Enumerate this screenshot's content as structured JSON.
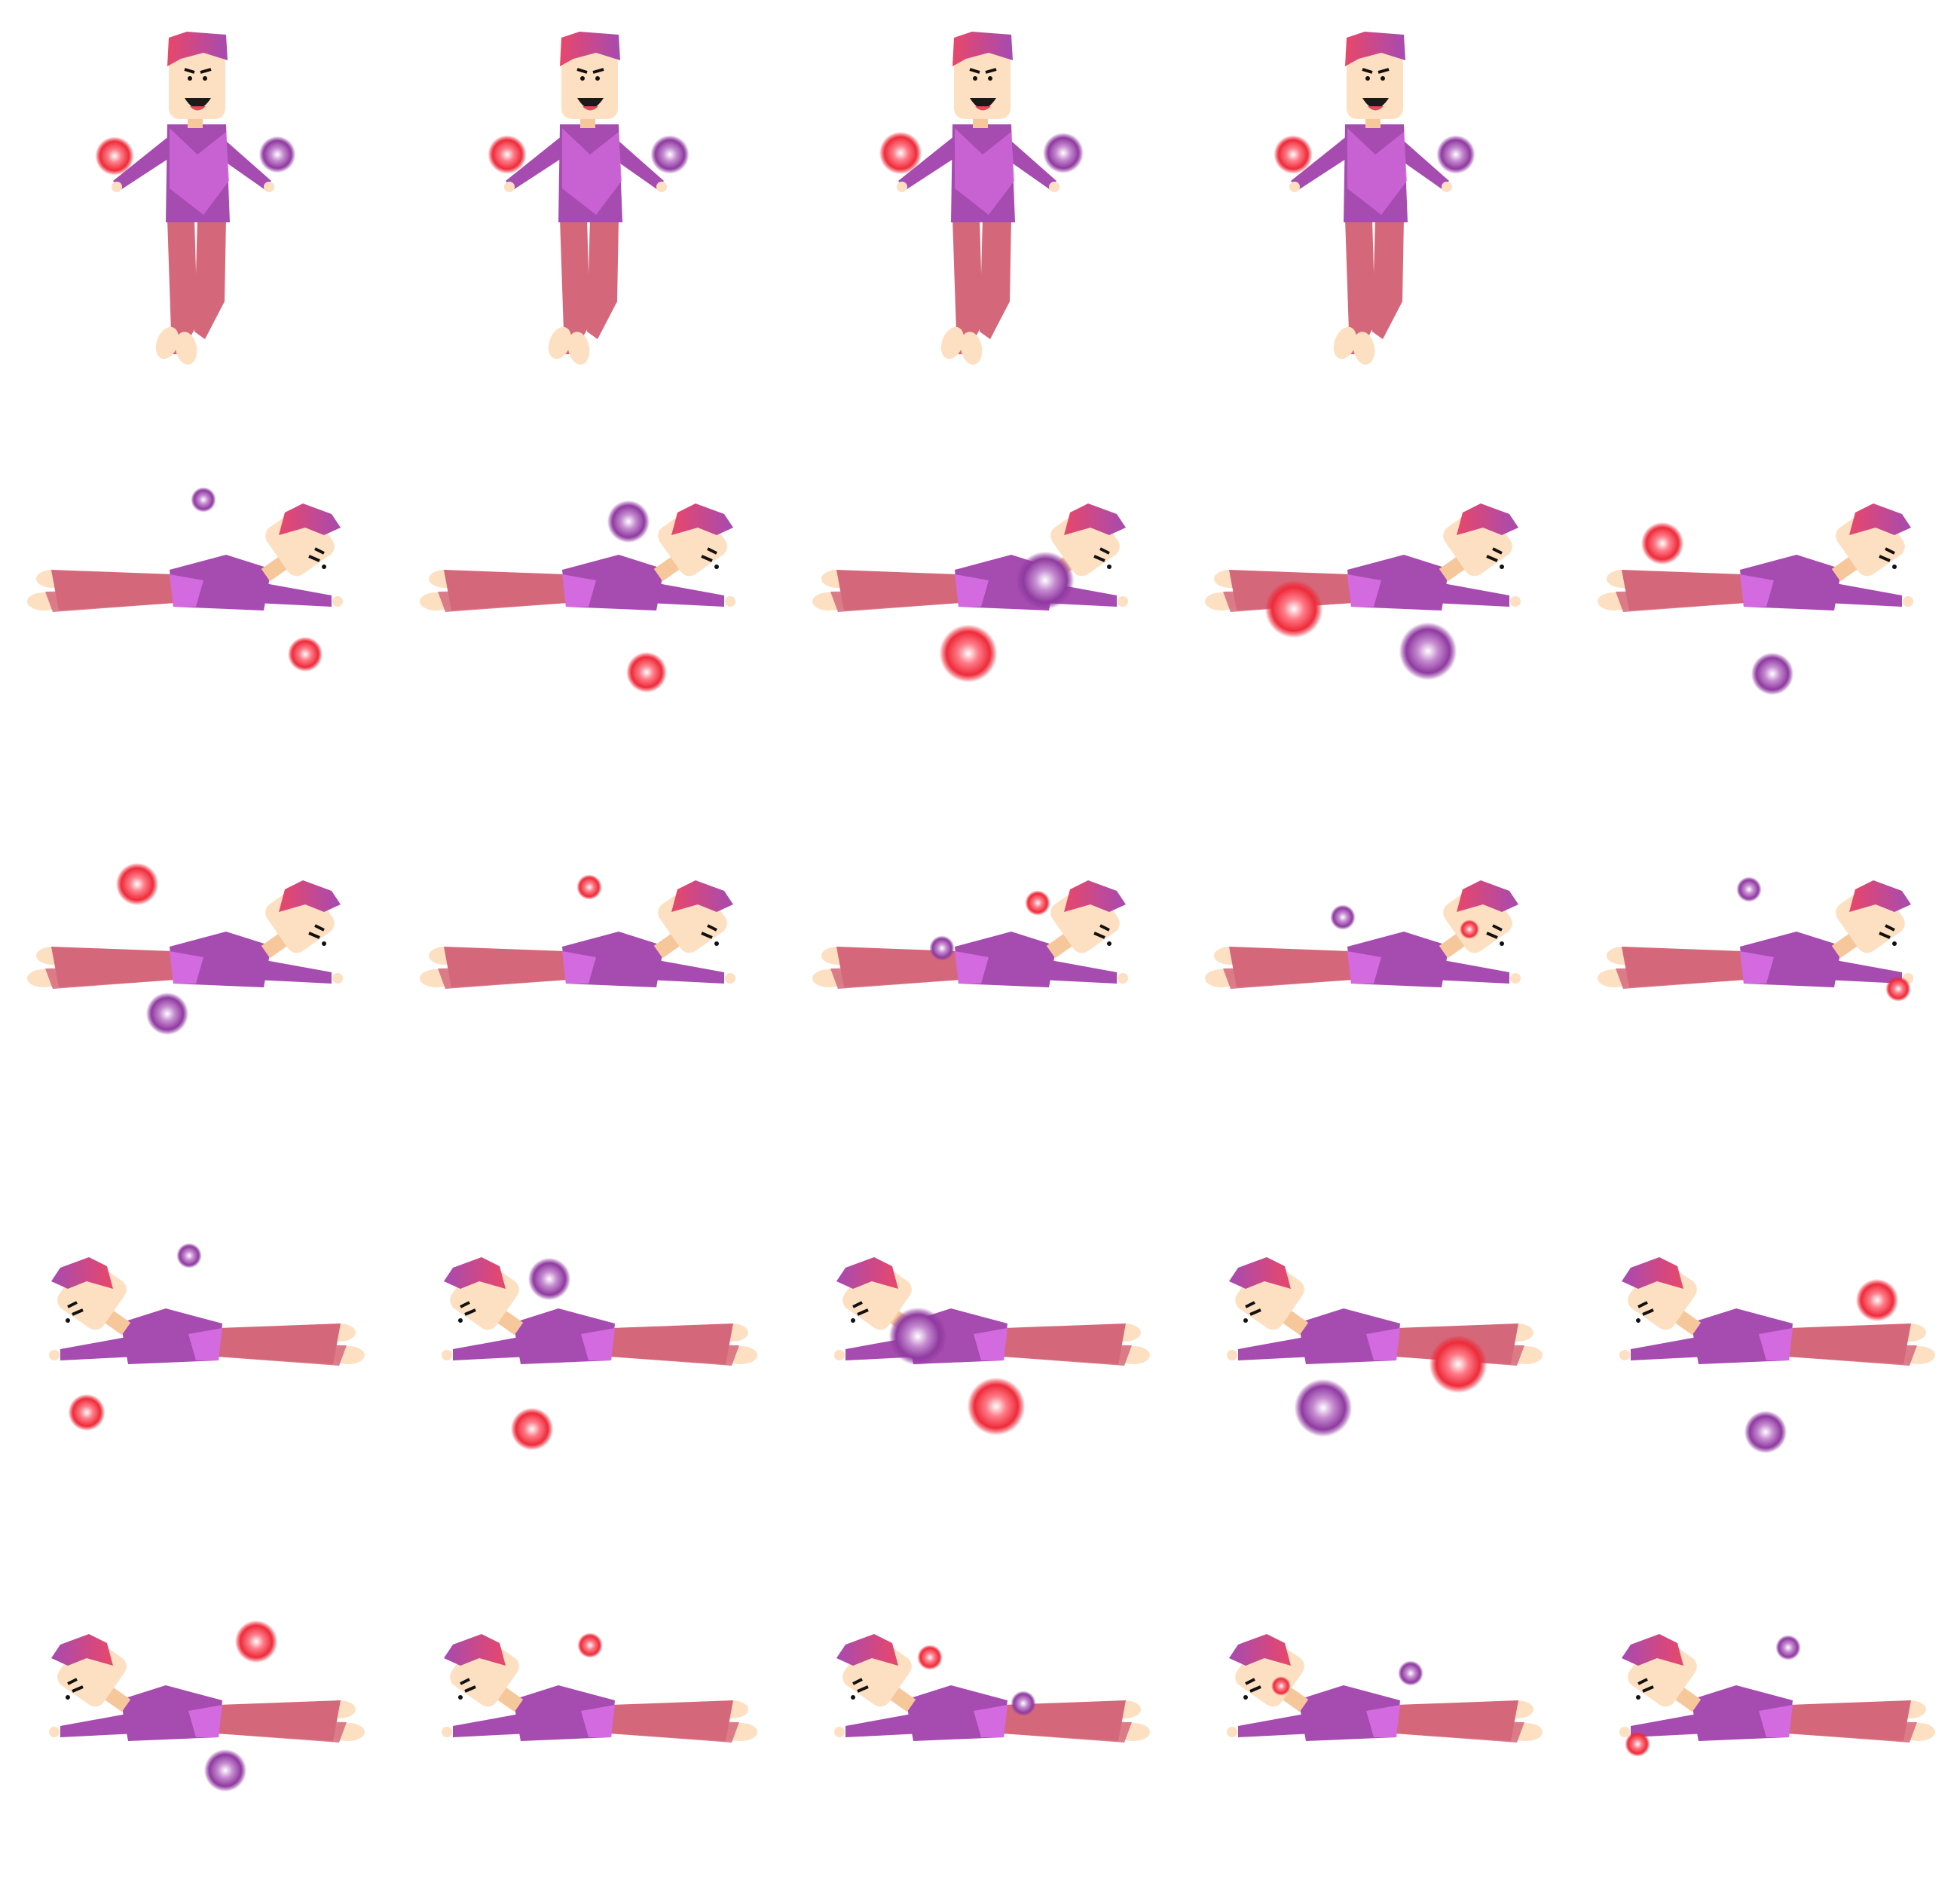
{
  "sprite_sheet": {
    "background": "#ffffff",
    "columns": 5,
    "rows": 5,
    "colors": {
      "hair_light": "#e8476a",
      "hair_dark": "#a64bb0",
      "skin": "#fde0c2",
      "skin_shade": "#f7c79c",
      "shirt": "#a64bb0",
      "shirt_light": "#d36adf",
      "pants": "#d4687a",
      "mouth": "#1a1a1a",
      "tongue": "#e8465a",
      "eye": "#111111",
      "orb_red": "#ee2b3a",
      "orb_purple": "#8f3aa0"
    },
    "frames": [
      {
        "pose": "stand",
        "orbs": [
          [
            "red",
            0.5,
            0.4,
            20
          ],
          [
            "purple",
            0.5,
            0.4,
            19
          ]
        ]
      },
      {
        "pose": "stand",
        "orbs": [
          [
            "red",
            0.5,
            0.4,
            20
          ],
          [
            "purple",
            0.5,
            0.4,
            20
          ]
        ]
      },
      {
        "pose": "stand",
        "orbs": [
          [
            "red",
            0.5,
            0.4,
            22
          ],
          [
            "purple",
            0.5,
            0.4,
            21
          ]
        ]
      },
      {
        "pose": "stand",
        "orbs": [
          [
            "red",
            0.5,
            0.4,
            20
          ],
          [
            "purple",
            0.5,
            0.4,
            20
          ]
        ]
      },
      {
        "pose": "empty",
        "orbs": []
      },
      {
        "pose": "prone-right",
        "orbs": [
          [
            "purple",
            0.5,
            0.4,
            13
          ],
          [
            "red",
            0.5,
            0.4,
            18
          ]
        ]
      },
      {
        "pose": "prone-right",
        "orbs": [
          [
            "purple",
            0.5,
            0.4,
            22
          ],
          [
            "red",
            0.5,
            0.4,
            21
          ]
        ]
      },
      {
        "pose": "prone-right",
        "orbs": [
          [
            "purple",
            0.5,
            0.4,
            30
          ],
          [
            "red",
            0.5,
            0.4,
            30
          ]
        ]
      },
      {
        "pose": "prone-right",
        "orbs": [
          [
            "red",
            0.5,
            0.4,
            30
          ],
          [
            "purple",
            0.5,
            0.4,
            30
          ]
        ]
      },
      {
        "pose": "prone-right",
        "orbs": [
          [
            "red",
            0.5,
            0.4,
            22
          ],
          [
            "purple",
            0.5,
            0.4,
            22
          ]
        ]
      },
      {
        "pose": "prone-right",
        "orbs": [
          [
            "red",
            0.5,
            0.4,
            22
          ],
          [
            "purple",
            0.5,
            0.4,
            22
          ]
        ]
      },
      {
        "pose": "prone-right",
        "orbs": [
          [
            "red",
            0.5,
            0.4,
            13
          ]
        ]
      },
      {
        "pose": "prone-right",
        "orbs": [
          [
            "red",
            0.5,
            0.4,
            13
          ],
          [
            "purple",
            0.5,
            0.4,
            13
          ]
        ]
      },
      {
        "pose": "prone-right",
        "orbs": [
          [
            "purple",
            0.5,
            0.4,
            13
          ],
          [
            "red",
            0.5,
            0.4,
            10
          ]
        ]
      },
      {
        "pose": "prone-right",
        "orbs": [
          [
            "purple",
            0.5,
            0.4,
            13
          ],
          [
            "red",
            0.5,
            0.4,
            13
          ]
        ]
      },
      {
        "pose": "prone-left",
        "orbs": [
          [
            "purple",
            0.5,
            0.4,
            13
          ],
          [
            "red",
            0.5,
            0.4,
            19
          ]
        ]
      },
      {
        "pose": "prone-left",
        "orbs": [
          [
            "purple",
            0.5,
            0.4,
            22
          ],
          [
            "red",
            0.5,
            0.4,
            22
          ]
        ]
      },
      {
        "pose": "prone-left",
        "orbs": [
          [
            "purple",
            0.5,
            0.4,
            30
          ],
          [
            "red",
            0.5,
            0.4,
            30
          ]
        ]
      },
      {
        "pose": "prone-left",
        "orbs": [
          [
            "red",
            0.5,
            0.4,
            30
          ],
          [
            "purple",
            0.5,
            0.4,
            30
          ]
        ]
      },
      {
        "pose": "prone-left",
        "orbs": [
          [
            "red",
            0.5,
            0.4,
            22
          ],
          [
            "purple",
            0.5,
            0.4,
            22
          ]
        ]
      },
      {
        "pose": "prone-left",
        "orbs": [
          [
            "red",
            0.5,
            0.4,
            22
          ],
          [
            "purple",
            0.5,
            0.4,
            22
          ]
        ]
      },
      {
        "pose": "prone-left",
        "orbs": [
          [
            "red",
            0.5,
            0.4,
            13
          ]
        ]
      },
      {
        "pose": "prone-left",
        "orbs": [
          [
            "red",
            0.5,
            0.4,
            13
          ],
          [
            "purple",
            0.5,
            0.4,
            13
          ]
        ]
      },
      {
        "pose": "prone-left",
        "orbs": [
          [
            "purple",
            0.5,
            0.4,
            13
          ],
          [
            "red",
            0.5,
            0.4,
            10
          ]
        ]
      },
      {
        "pose": "prone-left",
        "orbs": [
          [
            "purple",
            0.5,
            0.4,
            13
          ],
          [
            "red",
            0.5,
            0.4,
            13
          ]
        ]
      }
    ]
  }
}
